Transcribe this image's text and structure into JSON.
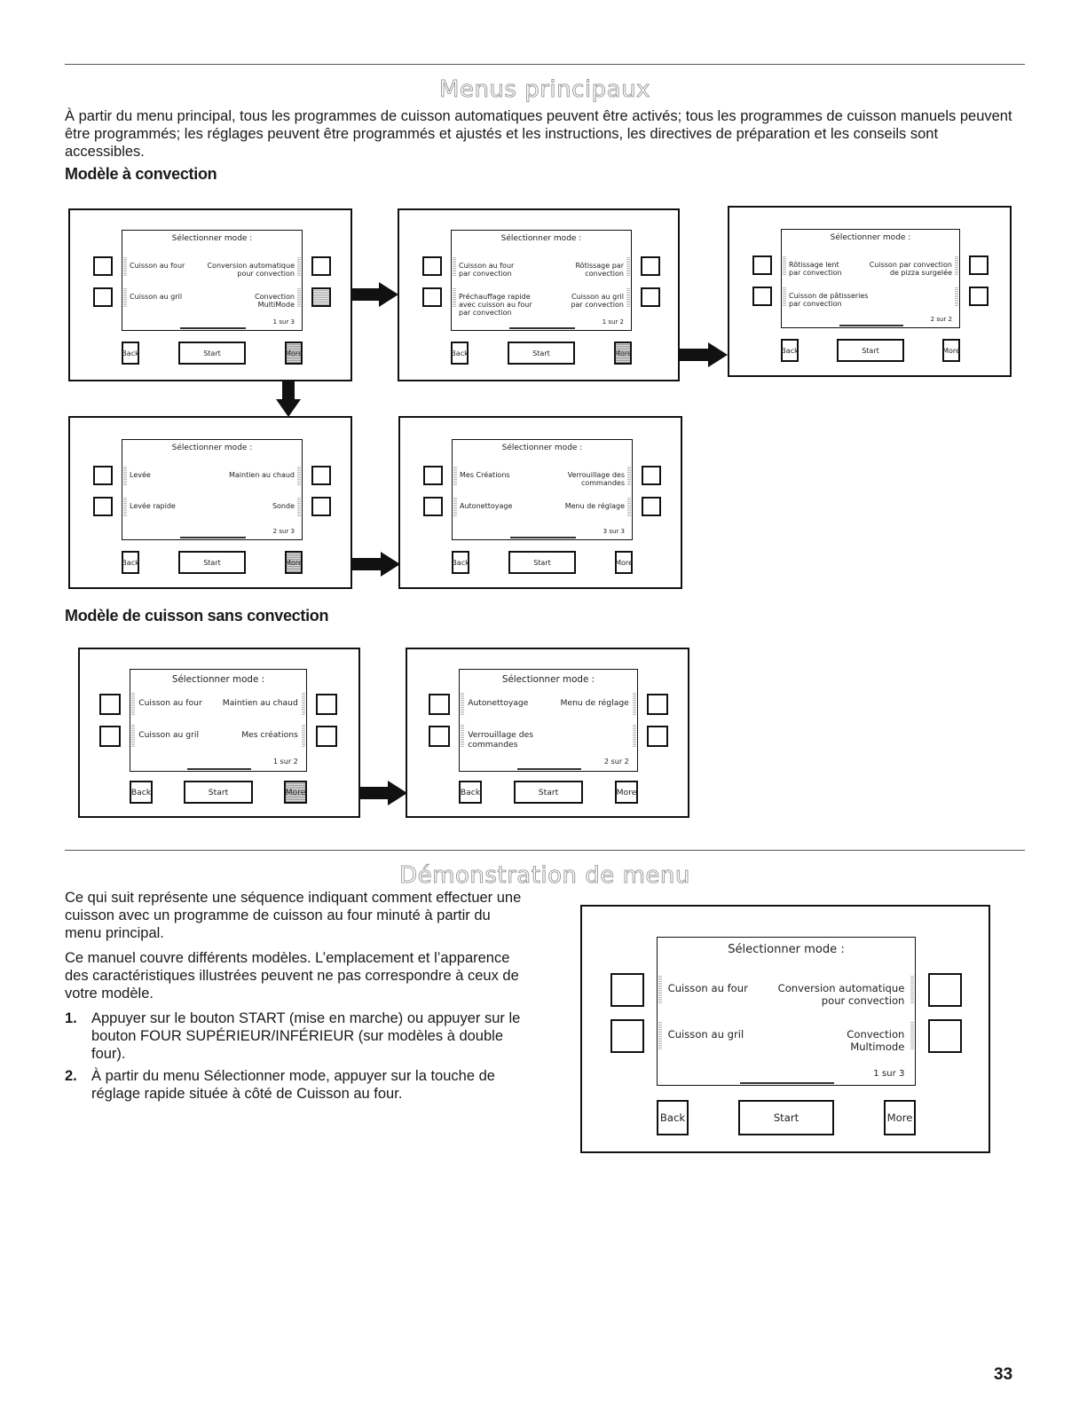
{
  "menus": {
    "title": "Menus principaux",
    "intro": "À partir du menu principal, tous les programmes de cuisson automatiques peuvent être activés; tous les programmes de cuisson manuels peuvent être programmés; les réglages peuvent être programmés et ajustés et les instructions, les directives de préparation et les conseils sont accessibles.",
    "subhead_convection": "Modèle à convection",
    "subhead_no_convection": "Modèle de cuisson sans convection"
  },
  "screen_common": {
    "title": "Sélectionner mode :",
    "back": "Back",
    "start": "Start",
    "more": "More"
  },
  "convection_panels": [
    {
      "tl": "Cuisson au four",
      "tr": "Conversion automatique\npour convection",
      "bl": "Cuisson au gril",
      "br": "Convection\nMultiMode",
      "page": "1 sur 3"
    },
    {
      "tl": "Cuisson au four\npar convection",
      "tr": "Rôtissage par\nconvection",
      "bl": "Préchauffage rapide\navec cuisson au four\npar convection",
      "br": "Cuisson au gril\npar convection",
      "page": "1 sur 2"
    },
    {
      "tl": "Rôtissage lent\npar convection",
      "tr": "Cuisson par convection\nde pizza surgelée",
      "bl": "Cuisson de pâtisseries\npar convection",
      "br": "",
      "page": "2 sur 2"
    },
    {
      "tl": "Levée",
      "tr": "Maintien au chaud",
      "bl": "Levée rapide",
      "br": "Sonde",
      "page": "2 sur 3"
    },
    {
      "tl": "Mes Créations",
      "tr": "Verrouillage des\ncommandes",
      "bl": "Autonettoyage",
      "br": "Menu de réglage",
      "page": "3 sur 3"
    }
  ],
  "no_convection_panels": [
    {
      "tl": "Cuisson au four",
      "tr": "Maintien au chaud",
      "bl": "Cuisson au gril",
      "br": "Mes créations",
      "page": "1 sur 2"
    },
    {
      "tl": "Autonettoyage",
      "tr": "Menu de réglage",
      "bl": "Verrouillage des\ncommandes",
      "br": "",
      "page": "2 sur 2"
    }
  ],
  "demo": {
    "title": "Démonstration de menu",
    "p1": "Ce qui suit représente une séquence indiquant comment effectuer une cuisson avec un programme de cuisson au four minuté à partir du menu principal.",
    "p2": "Ce manuel couvre différents modèles. L’emplacement et l’apparence des caractéristiques illustrées peuvent ne pas correspondre à ceux de votre modèle.",
    "steps": [
      {
        "num": "1.",
        "text": "Appuyer sur le bouton START (mise en marche) ou appuyer sur le bouton FOUR SUPÉRIEUR/INFÉRIEUR (sur modèles à double four)."
      },
      {
        "num": "2.",
        "text": "À partir du menu Sélectionner mode, appuyer sur la touche de réglage rapide située à côté de Cuisson au four."
      }
    ],
    "panel": {
      "tl": "Cuisson au four",
      "tr": "Conversion automatique\npour convection",
      "bl": "Cuisson au gril",
      "br": "Convection\nMultimode",
      "page": "1 sur 3"
    }
  },
  "page_number": "33"
}
